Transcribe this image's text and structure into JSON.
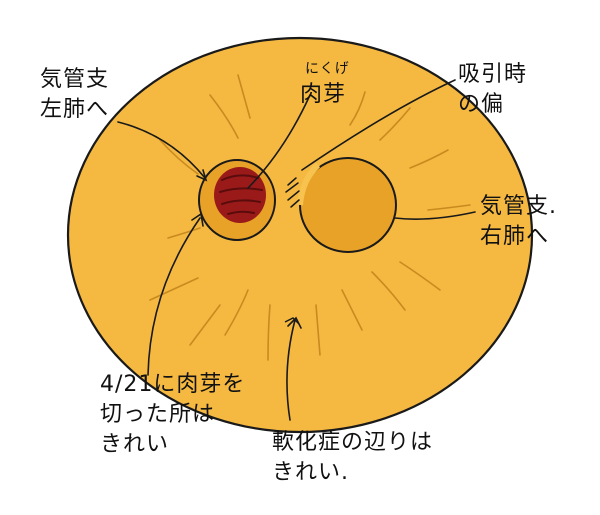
{
  "labels": {
    "left_bronchus": [
      "気管支",
      "左肺へ"
    ],
    "granulation_ruby": "にくげ",
    "granulation": "肉芽",
    "inhalation_deviation": [
      "吸引時",
      "の偏"
    ],
    "right_bronchus": [
      "気管支.",
      "右肺へ"
    ],
    "cut_note": [
      "4/21に肉芽を",
      "切った所は",
      "きれい"
    ],
    "cartilage_note": [
      "軟化症の辺りは",
      "きれい."
    ]
  },
  "colors": {
    "trachea_fill": "#f5b942",
    "lumen_fill": "#e8a228",
    "lumen_light": "#f7c24e",
    "granulation_tissue": "#9a1a1a",
    "outline": "#1a1a1a"
  }
}
